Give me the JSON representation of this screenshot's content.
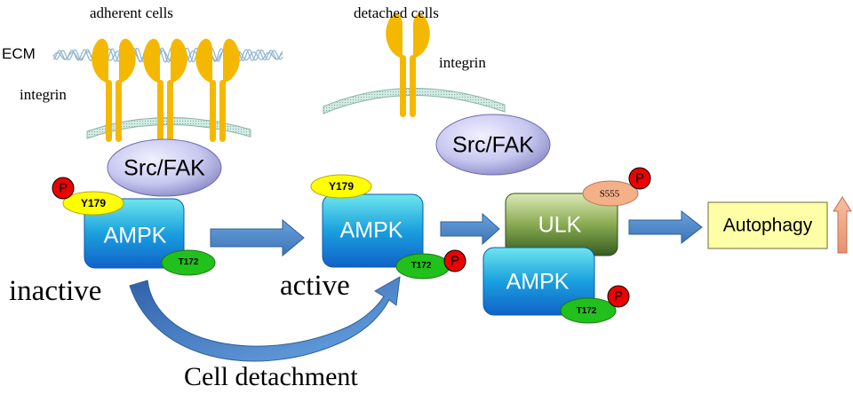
{
  "labels": {
    "adherent_cells": "adherent cells",
    "detached_cells": "detached cells",
    "ecm": "ECM",
    "integrin_left": "integrin",
    "integrin_right": "integrin",
    "src_fak_left": "Src/FAK",
    "src_fak_right": "Src/FAK",
    "ampk_inactive": "AMPK",
    "ampk_active": "AMPK",
    "ampk_complex": "AMPK",
    "ulk": "ULK",
    "y179_left": "Y179",
    "y179_mid": "Y179",
    "t172_left": "T172",
    "t172_mid": "T172",
    "t172_right": "T172",
    "s555": "S555",
    "p_symbol": "P",
    "inactive": "inactive",
    "active": "active",
    "cell_detachment": "Cell detachment",
    "autophagy": "Autophagy"
  },
  "colors": {
    "integrin": "#f5b800",
    "membrane": "#c8e0d8",
    "ecm_fiber": "#8fb4d0",
    "src_fak": "#c4c4ec",
    "ampk": "#1aa0de",
    "ulk": "#4f7d2c",
    "site_yellow": "#ffff00",
    "site_green": "#22c01c",
    "site_orange": "#f4b088",
    "phospho": "#ee0000",
    "arrow": "#4a86c6",
    "autophagy_box": "#ffffa8",
    "up_arrow": "#f0a080"
  }
}
